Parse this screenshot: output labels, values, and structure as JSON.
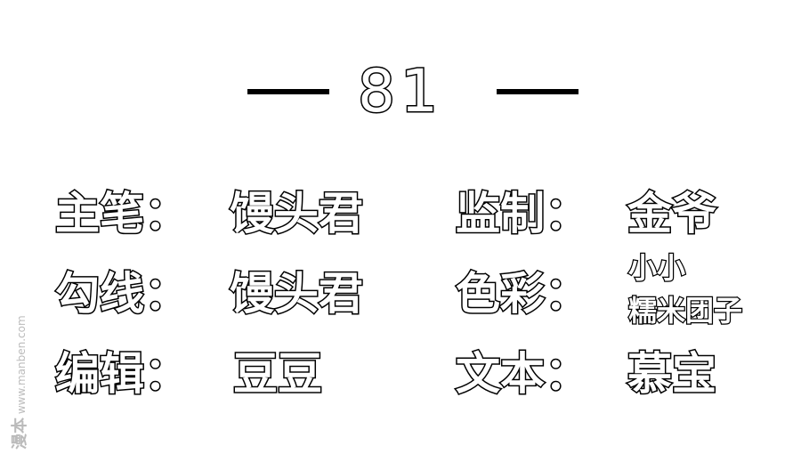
{
  "chapter": {
    "number": "81"
  },
  "credits": [
    {
      "role": "主笔：",
      "name": "馒头君"
    },
    {
      "role": "勾线：",
      "name": "馒头君"
    },
    {
      "role": "编辑：",
      "name": "豆豆"
    },
    {
      "role": "监制：",
      "name": "金爷"
    },
    {
      "role": "色彩：",
      "names": [
        "小小",
        "糯米团子"
      ]
    },
    {
      "role": "文本：",
      "name": "慕宝"
    }
  ],
  "watermark": {
    "logo": "漫本",
    "url": "www.manben.com"
  }
}
